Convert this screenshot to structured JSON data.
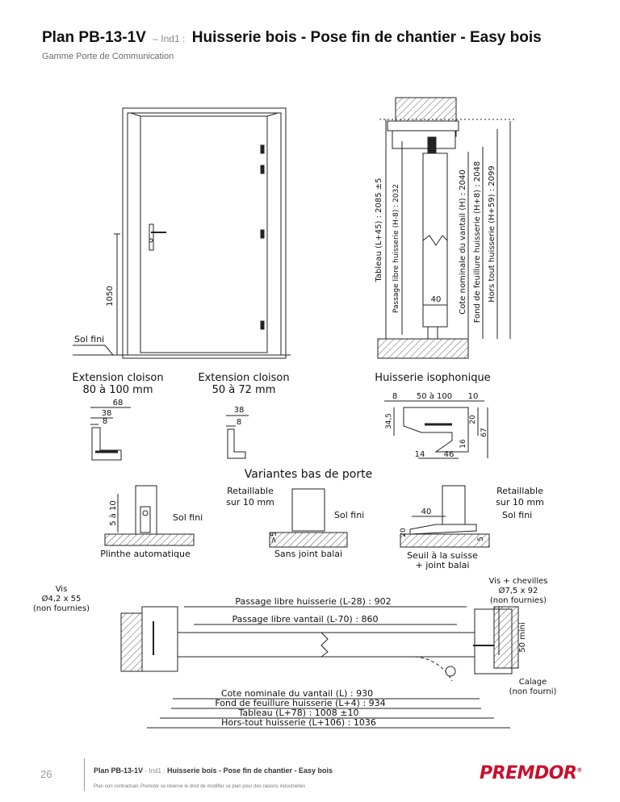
{
  "header": {
    "code": "Plan PB-13-1V",
    "index": "– Ind1 :",
    "title": "Huisserie bois - Pose fin de chantier - Easy bois",
    "subtitle": "Gamme Porte de Communication"
  },
  "elevation": {
    "height_label": "1050",
    "floor_label": "Sol fini"
  },
  "section_vertical": {
    "dims": [
      "Tableau (L+45) : 2085 ±5",
      "Passage libre huisserie (H-8) : 2032",
      "Cote nominale du vantail (H) : 2040",
      "Fond de feuillure huisserie (H+8) : 2048",
      "Hors tout huisserie (H+59) : 2099"
    ],
    "leaf_thickness": "40"
  },
  "extensions": [
    {
      "title_1": "Extension cloison",
      "title_2": "80 à 100 mm",
      "d1": "68",
      "d2": "38",
      "d3": "8"
    },
    {
      "title_1": "Extension cloison",
      "title_2": "50 à 72 mm",
      "d1": "38",
      "d2": "8"
    }
  ],
  "isophonique": {
    "title": "Huisserie isophonique",
    "d_left": "8",
    "d_mid": "50 à 100",
    "d_right": "10",
    "d_height": "34,5",
    "d_20": "20",
    "d_67": "67",
    "d_16": "16",
    "d_14": "14",
    "d_46": "46"
  },
  "variantes": {
    "title": "Variantes bas de porte",
    "automatique": {
      "gap": "5 à 10",
      "floor": "Sol fini",
      "caption": "Plinthe automatique"
    },
    "sans_joint": {
      "note_1": "Retaillable",
      "note_2": "sur 10 mm",
      "floor": "Sol fini",
      "gap": ">5",
      "caption": "Sans joint balai"
    },
    "seuil": {
      "width": "40",
      "h20": "20",
      "h5": "5",
      "note_1": "Retaillable",
      "note_2": "sur 10 mm",
      "floor": "Sol fini",
      "caption_1": "Seuil à la suisse",
      "caption_2": "+ joint balai"
    }
  },
  "section_horizontal": {
    "vis_1": "Vis",
    "vis_2": "Ø4,2 x 55",
    "vis_3": "(non fournies)",
    "chev_1": "Vis + chevilles",
    "chev_2": "Ø7,5 x 92",
    "chev_3": "(non fournies)",
    "mini": "50 mini",
    "calage_1": "Calage",
    "calage_2": "(non fourni)",
    "dims": [
      "Passage libre huisserie (L-28) : 902",
      "Passage libre vantail (L-70) : 860",
      "Cote nominale du vantail (L) : 930",
      "Fond de feuillure huisserie (L+4) : 934",
      "Tableau (L+78) : 1008 ±10",
      "Hors-tout huisserie (L+106) : 1036"
    ]
  },
  "footer": {
    "page": "26",
    "code": "Plan PB-13-1V",
    "index": "- Ind1 :",
    "title": "Huisserie bois - Pose fin de chantier - Easy bois",
    "note": "Plan non contractuel, Premdor se réserve le droit de modifier ce plan pour des raisons industrielles",
    "logo": "PREMDOR"
  }
}
